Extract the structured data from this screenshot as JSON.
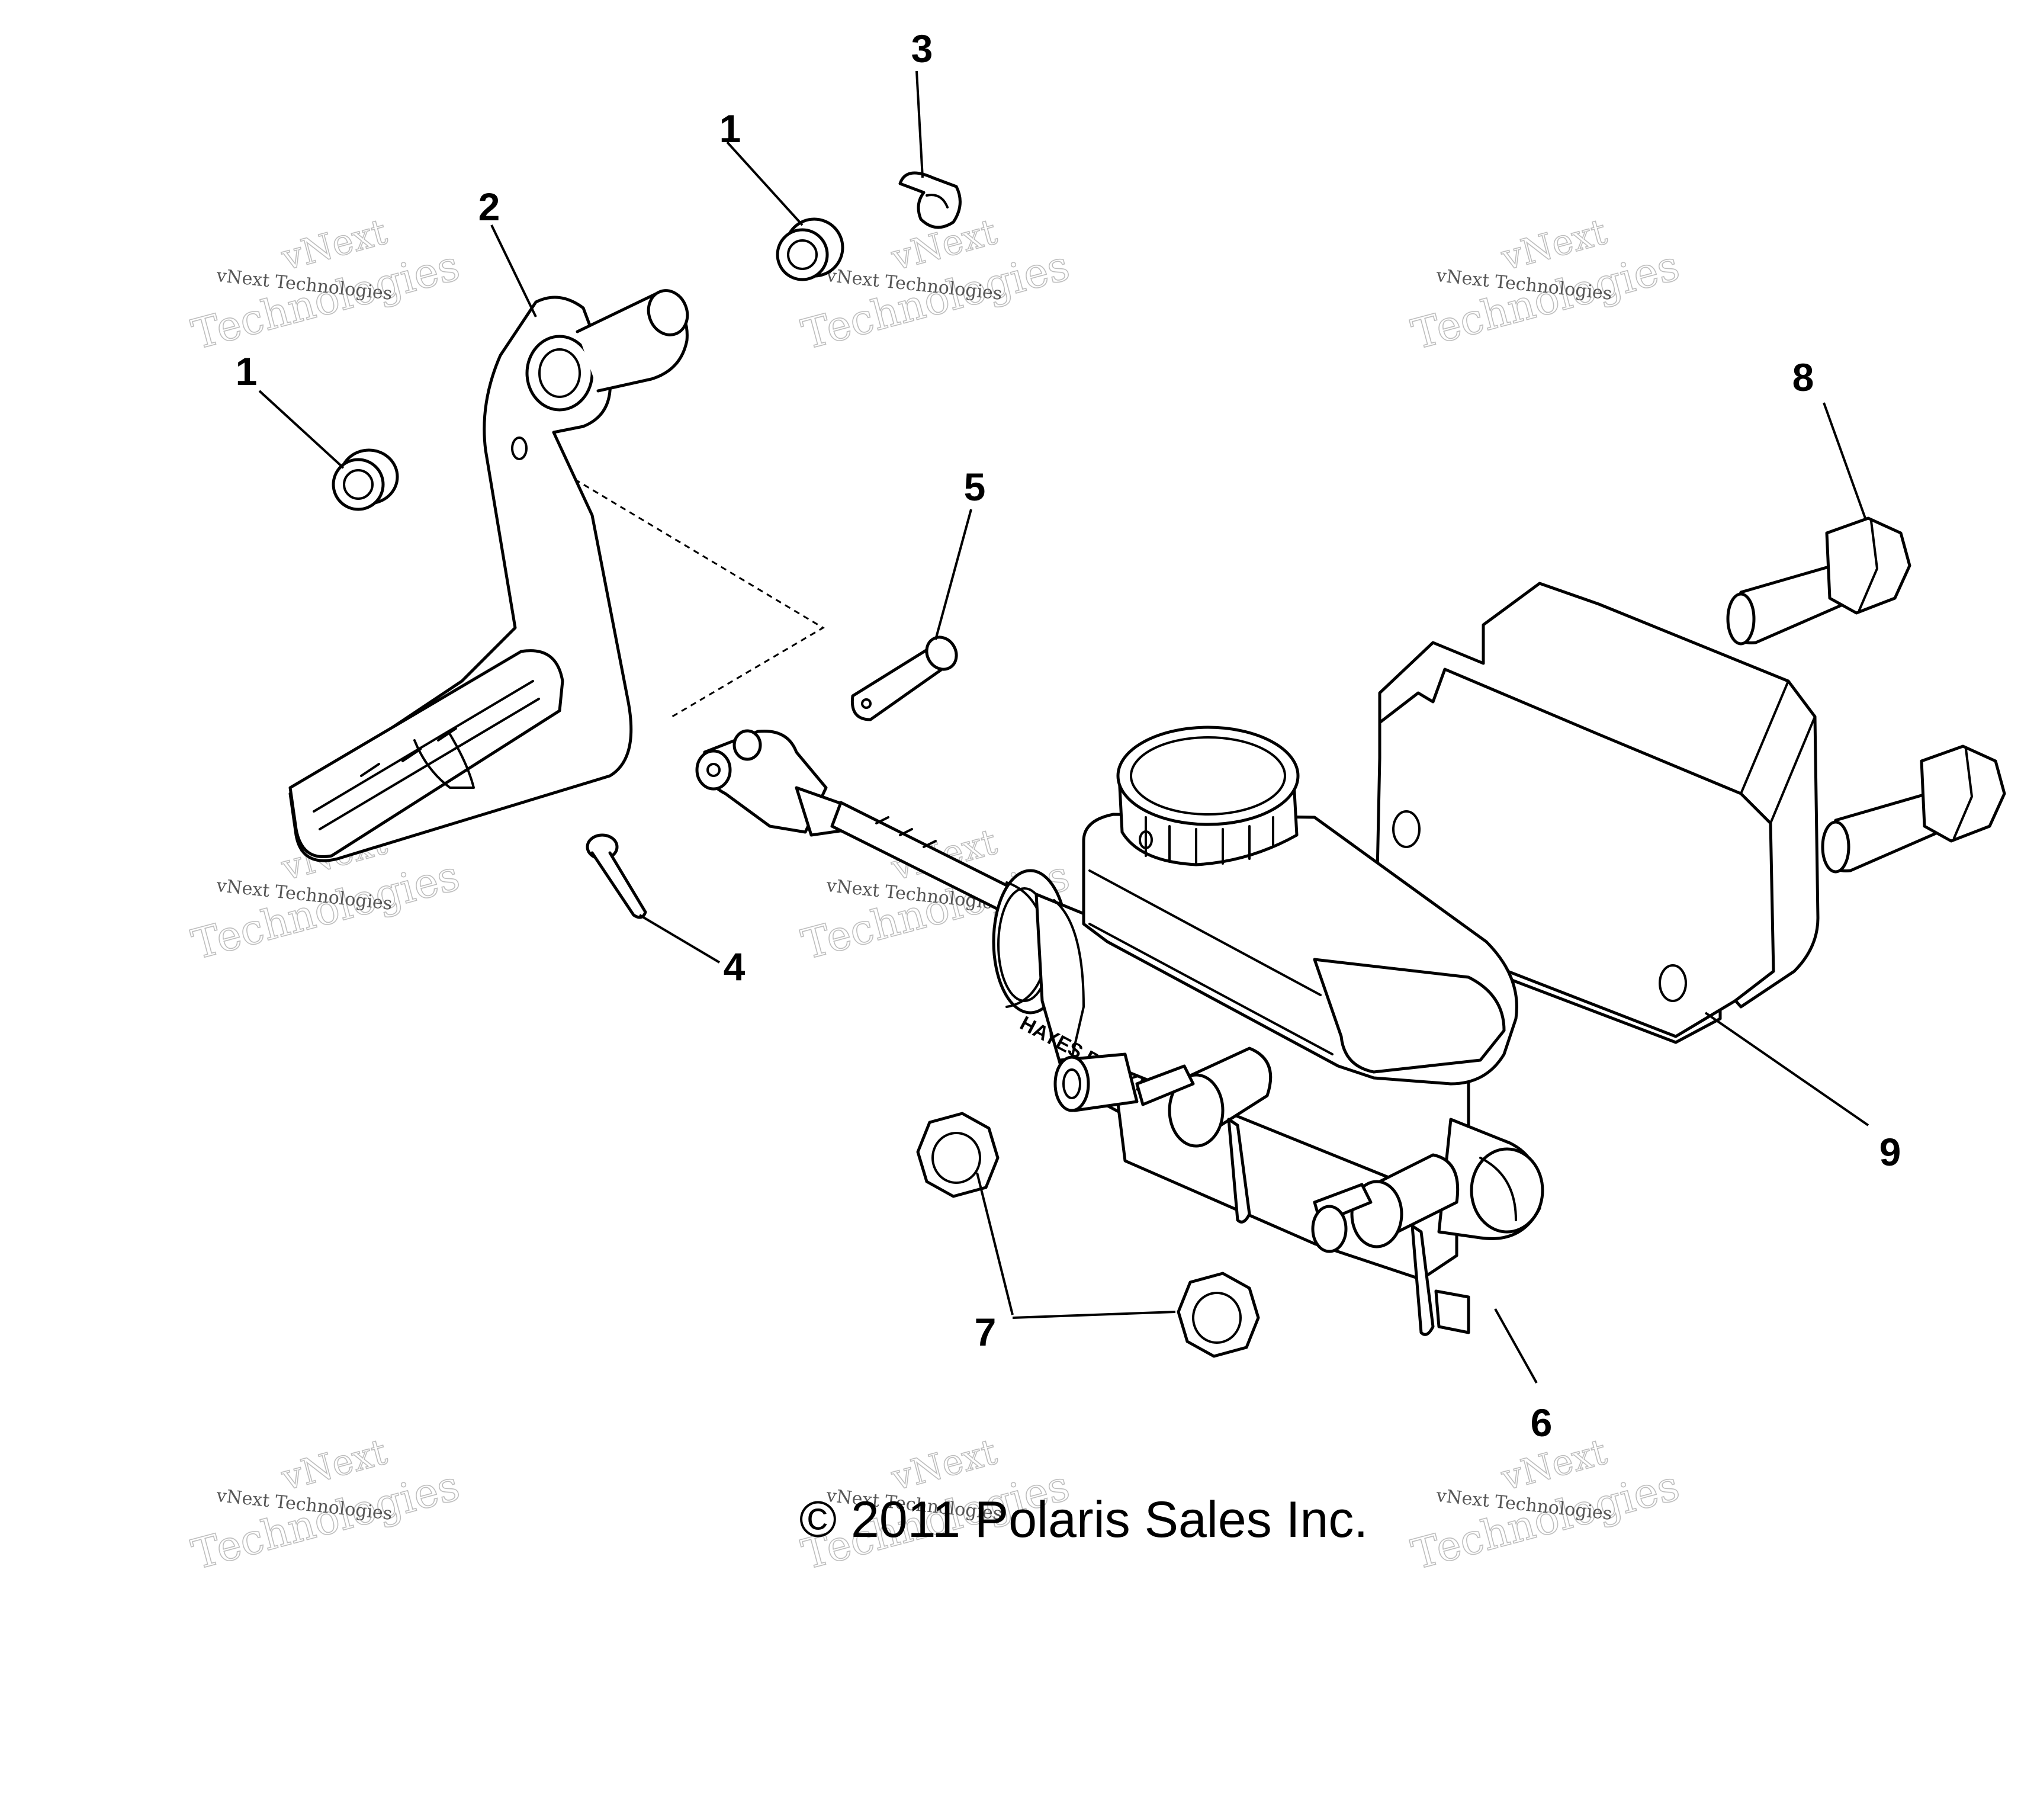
{
  "callouts": {
    "c1a": "1",
    "c1b": "1",
    "c2": "2",
    "c3": "3",
    "c4": "4",
    "c5": "5",
    "c6": "6",
    "c7": "7",
    "c8": "8",
    "c9": "9"
  },
  "reservoir_stamp": "HAYES BRAKE",
  "copyright": "© 2011 Polaris Sales Inc.",
  "watermark": {
    "line1": "vNext",
    "line2": "Technologies",
    "small": "vNext Technologies"
  }
}
